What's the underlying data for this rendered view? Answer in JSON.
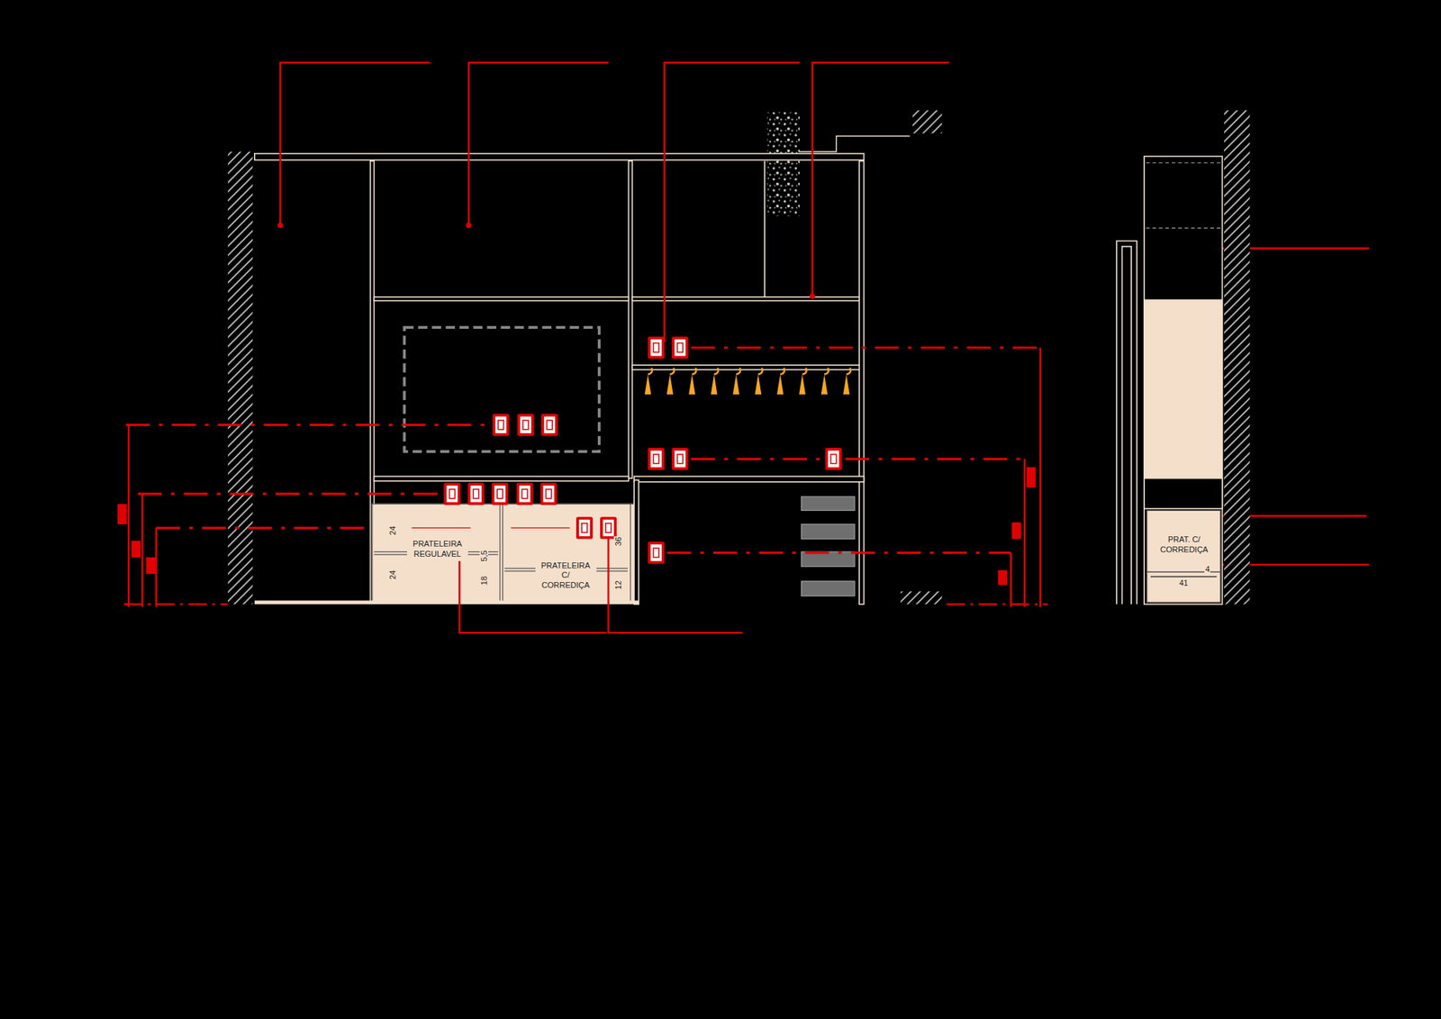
{
  "diagram": {
    "nodes": [
      {
        "text": [
          "PRATELEIRA REGULAVEL"
        ]
      },
      {
        "text": [
          "PRATELEIRA C/ CORREDIÇA"
        ]
      },
      {
        "text": [
          "PRAT. C/ CORREDIÇA"
        ]
      }
    ],
    "labels": [
      "24",
      "24",
      "5,5",
      "18",
      "36",
      "12",
      "41",
      "4"
    ]
  }
}
